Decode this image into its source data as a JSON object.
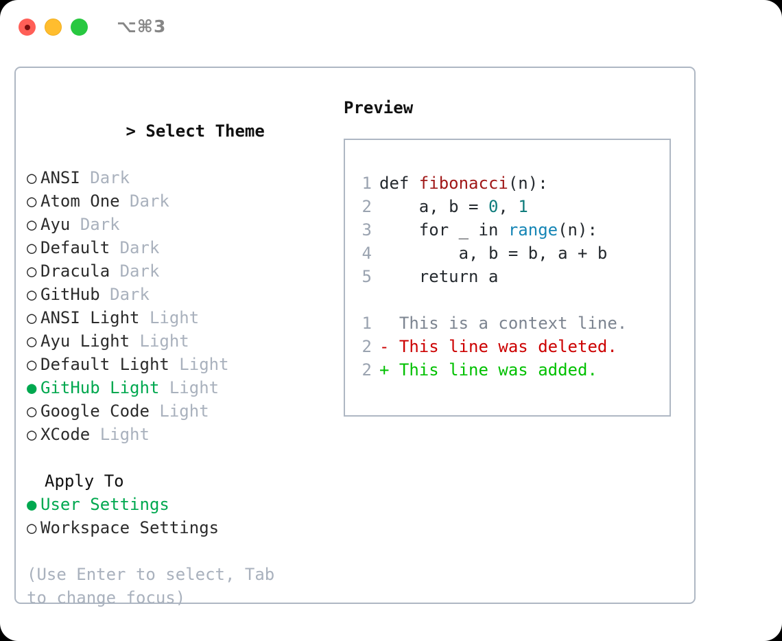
{
  "window": {
    "shortcut": "⌥⌘3",
    "traffic_lights": [
      {
        "name": "close",
        "color": "#ff5f57"
      },
      {
        "name": "minimize",
        "color": "#ffbd2e"
      },
      {
        "name": "zoom",
        "color": "#28c840"
      }
    ]
  },
  "colors": {
    "panel_border": "#aeb7c3",
    "selected_green": "#00a84f",
    "muted": "#a9b1bd",
    "text": "#2b2b2b",
    "diff_add": "#00c000",
    "diff_del": "#cc0000",
    "code_fn": "#a01818",
    "code_num": "#0f7c7c",
    "code_call": "#1585b5",
    "line_number": "#9aa3b0"
  },
  "theme_list": {
    "header": "> Select Theme",
    "caret": ">",
    "header_label": "Select Theme",
    "bullet_unselected": "○",
    "bullet_selected": "●",
    "items": [
      {
        "label": "ANSI",
        "category": "Dark",
        "selected": false
      },
      {
        "label": "Atom One",
        "category": "Dark",
        "selected": false
      },
      {
        "label": "Ayu",
        "category": "Dark",
        "selected": false
      },
      {
        "label": "Default",
        "category": "Dark",
        "selected": false
      },
      {
        "label": "Dracula",
        "category": "Dark",
        "selected": false
      },
      {
        "label": "GitHub",
        "category": "Dark",
        "selected": false
      },
      {
        "label": "ANSI Light",
        "category": "Light",
        "selected": false
      },
      {
        "label": "Ayu Light",
        "category": "Light",
        "selected": false
      },
      {
        "label": "Default Light",
        "category": "Light",
        "selected": false
      },
      {
        "label": "GitHub Light",
        "category": "Light",
        "selected": true
      },
      {
        "label": "Google Code",
        "category": "Light",
        "selected": false
      },
      {
        "label": "XCode",
        "category": "Light",
        "selected": false
      }
    ]
  },
  "apply_to": {
    "title": "Apply To",
    "items": [
      {
        "label": "User Settings",
        "selected": true
      },
      {
        "label": "Workspace Settings",
        "selected": false
      }
    ]
  },
  "hint": "(Use Enter to select, Tab to change focus)",
  "preview": {
    "title": "Preview",
    "code_lines": [
      {
        "number": "1",
        "tokens": [
          {
            "text": "def ",
            "type": "plain"
          },
          {
            "text": "fibonacci",
            "type": "fn"
          },
          {
            "text": "(n):",
            "type": "plain"
          }
        ]
      },
      {
        "number": "2",
        "tokens": [
          {
            "text": "    a, b = ",
            "type": "plain"
          },
          {
            "text": "0",
            "type": "num"
          },
          {
            "text": ", ",
            "type": "plain"
          },
          {
            "text": "1",
            "type": "num"
          }
        ]
      },
      {
        "number": "3",
        "tokens": [
          {
            "text": "    for _ in ",
            "type": "plain"
          },
          {
            "text": "range",
            "type": "call"
          },
          {
            "text": "(n):",
            "type": "plain"
          }
        ]
      },
      {
        "number": "4",
        "tokens": [
          {
            "text": "        a, b = b, a + b",
            "type": "plain"
          }
        ]
      },
      {
        "number": "5",
        "tokens": [
          {
            "text": "    return a",
            "type": "plain"
          }
        ]
      }
    ],
    "diff_lines": [
      {
        "number": "1",
        "marker": " ",
        "text": "This is a context line.",
        "kind": "ctx"
      },
      {
        "number": "2",
        "marker": "-",
        "text": "This line was deleted.",
        "kind": "del"
      },
      {
        "number": "2",
        "marker": "+",
        "text": "This line was added.",
        "kind": "add"
      }
    ]
  }
}
